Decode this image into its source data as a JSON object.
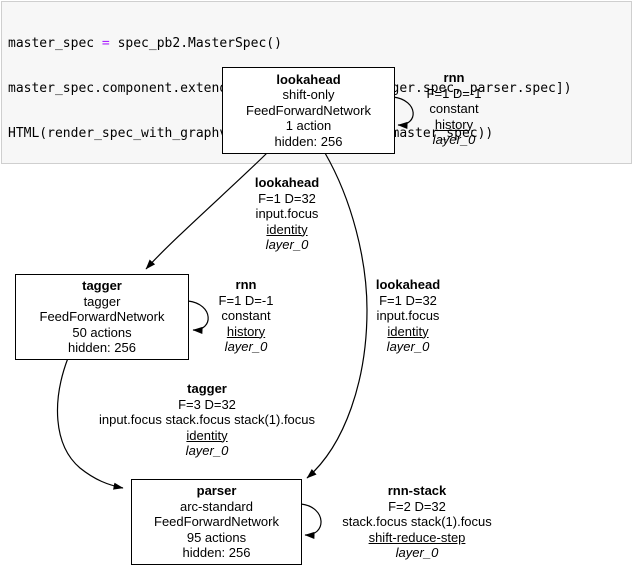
{
  "code_cell": {
    "lines": [
      "master_spec = spec_pb2.MasterSpec()",
      "master_spec.component.extend([lookahead.spec, tagger.spec, parser.spec])",
      "HTML(render_spec_with_graphviz.master_spec_graph(master_spec))"
    ],
    "operator_color": "#aa22ff"
  },
  "graph": {
    "nodes": [
      {
        "id": "lookahead",
        "title": "lookahead",
        "subtitle": "shift-only",
        "network": "FeedForwardNetwork",
        "actions": "1 action",
        "hidden": "hidden: 256"
      },
      {
        "id": "tagger",
        "title": "tagger",
        "subtitle": "tagger",
        "network": "FeedForwardNetwork",
        "actions": "50 actions",
        "hidden": "hidden: 256"
      },
      {
        "id": "parser",
        "title": "parser",
        "subtitle": "arc-standard",
        "network": "FeedForwardNetwork",
        "actions": "95 actions",
        "hidden": "hidden: 256"
      }
    ],
    "labels": [
      {
        "id": "rnn-lookahead",
        "title": "rnn",
        "line1": "F=1 D=-1",
        "line2": "constant",
        "channel": "history",
        "layer": "layer_0"
      },
      {
        "id": "edge-lookahead-tagger",
        "title": "lookahead",
        "line1": "F=1 D=32",
        "line2": "input.focus",
        "channel": "identity",
        "layer": "layer_0"
      },
      {
        "id": "rnn-tagger",
        "title": "rnn",
        "line1": "F=1 D=-1",
        "line2": "constant",
        "channel": "history",
        "layer": "layer_0"
      },
      {
        "id": "edge-lookahead-parser",
        "title": "lookahead",
        "line1": "F=1 D=32",
        "line2": "input.focus",
        "channel": "identity",
        "layer": "layer_0"
      },
      {
        "id": "edge-tagger-parser",
        "title": "tagger",
        "line1": "F=3 D=32",
        "line2": "input.focus stack.focus stack(1).focus",
        "channel": "identity",
        "layer": "layer_0"
      },
      {
        "id": "rnn-stack-parser",
        "title": "rnn-stack",
        "line1": "F=2 D=32",
        "line2": "stack.focus stack(1).focus",
        "channel": "shift-reduce-step",
        "layer": "layer_0"
      }
    ]
  }
}
